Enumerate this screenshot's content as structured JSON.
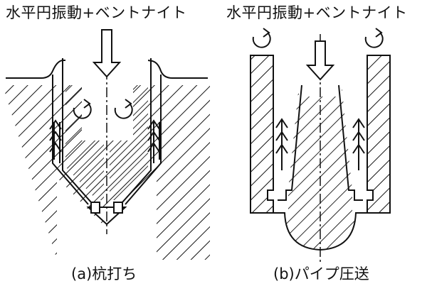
{
  "panel_a": {
    "title": "水平円振動+ベントナイト",
    "caption": "(a)杭打ち"
  },
  "panel_b": {
    "title": "水平円振動+ベントナイト",
    "caption": "(b)パイプ圧送"
  }
}
